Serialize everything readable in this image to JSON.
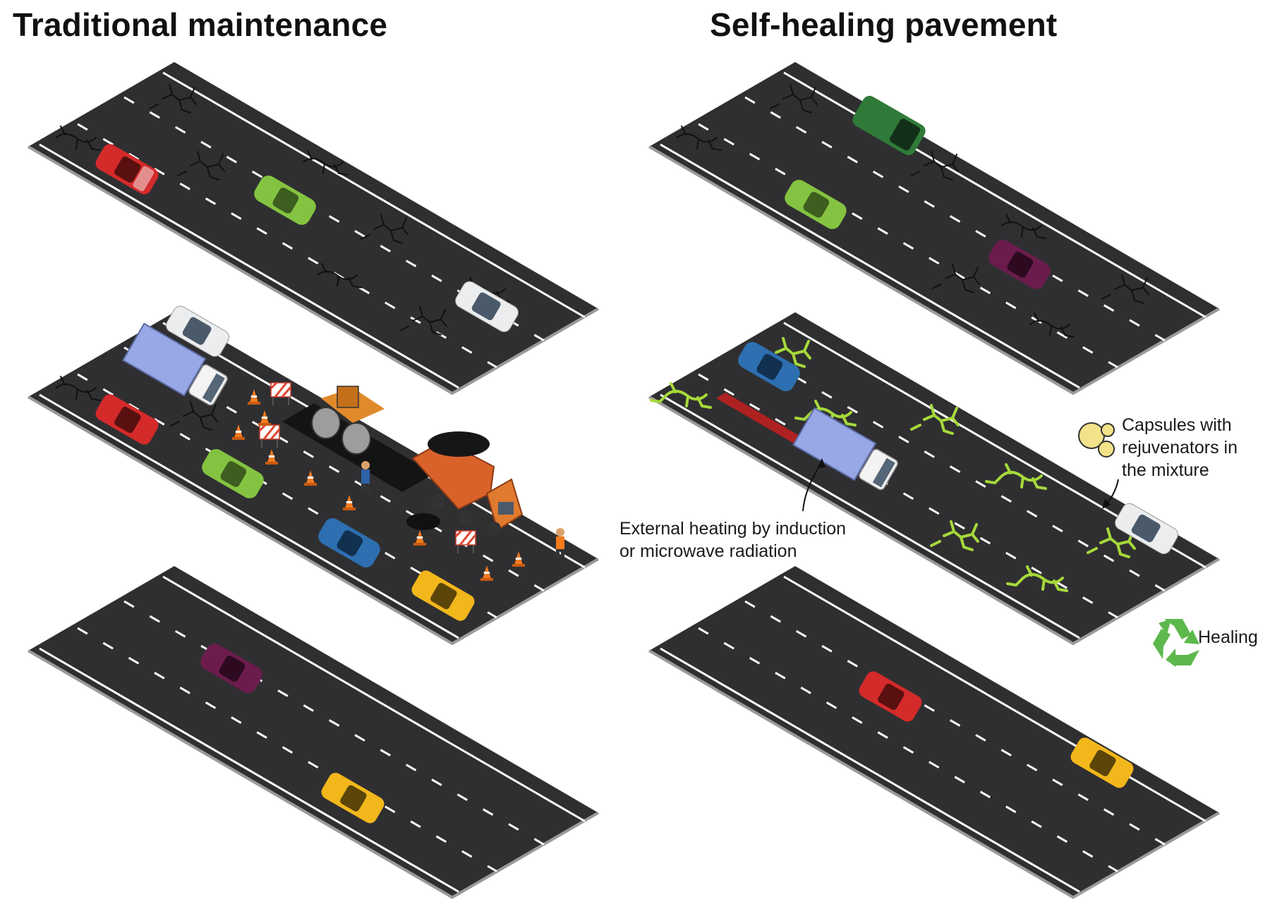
{
  "headings": {
    "left": "Traditional maintenance",
    "right": "Self-healing pavement"
  },
  "annotations": {
    "heating": [
      "External heating by induction",
      "or microwave  radiation"
    ],
    "capsules": [
      "Capsules with",
      "rejuvenators  in",
      "the mixture"
    ],
    "healing": "Healing"
  },
  "colors": {
    "road": "#2f2f31",
    "lane_marking": "#ffffff",
    "crack": "#111111",
    "healed_crack": "#a6d93a",
    "heating_beam": "#c41e1e",
    "capsule": "#f2e28a",
    "recycle_icon": "#5db84c",
    "car_red": "#d42a2a",
    "car_green": "#84c341",
    "car_white": "#ecedef",
    "car_purple": "#6b1c4c",
    "car_blue": "#2d6fb0",
    "car_yellow": "#f2b71b",
    "van_green": "#2f7a38",
    "truck_box": "#98a7e6",
    "dump_truck": "#d9622a",
    "roller": "#e08a2c",
    "cone": "#f47b20"
  },
  "icons": [
    "recycle-icon",
    "capsules-icon",
    "arrow-icon",
    "traffic-cone-icon",
    "barrier-icon",
    "worker-icon"
  ]
}
